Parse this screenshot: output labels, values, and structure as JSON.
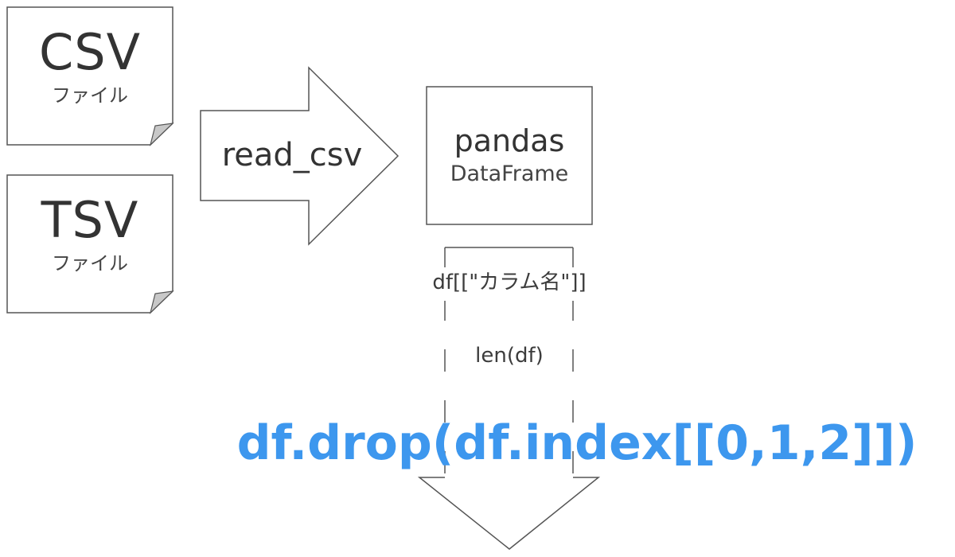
{
  "sources": [
    {
      "title": "CSV",
      "subtitle": "ファイル"
    },
    {
      "title": "TSV",
      "subtitle": "ファイル"
    }
  ],
  "reader": {
    "label": "read_csv"
  },
  "dataframe": {
    "title": "pandas",
    "subtitle": "DataFrame"
  },
  "operations": [
    {
      "label": "df[[\"カラム名\"]]"
    },
    {
      "label": "len(df)"
    }
  ],
  "highlight": {
    "code": "df.drop(df.index[[0,1,2]])",
    "color": "#3d97ee"
  },
  "colors": {
    "stroke": "#555555",
    "fold": "#c8c8c8",
    "text": "#3c3c3c"
  }
}
